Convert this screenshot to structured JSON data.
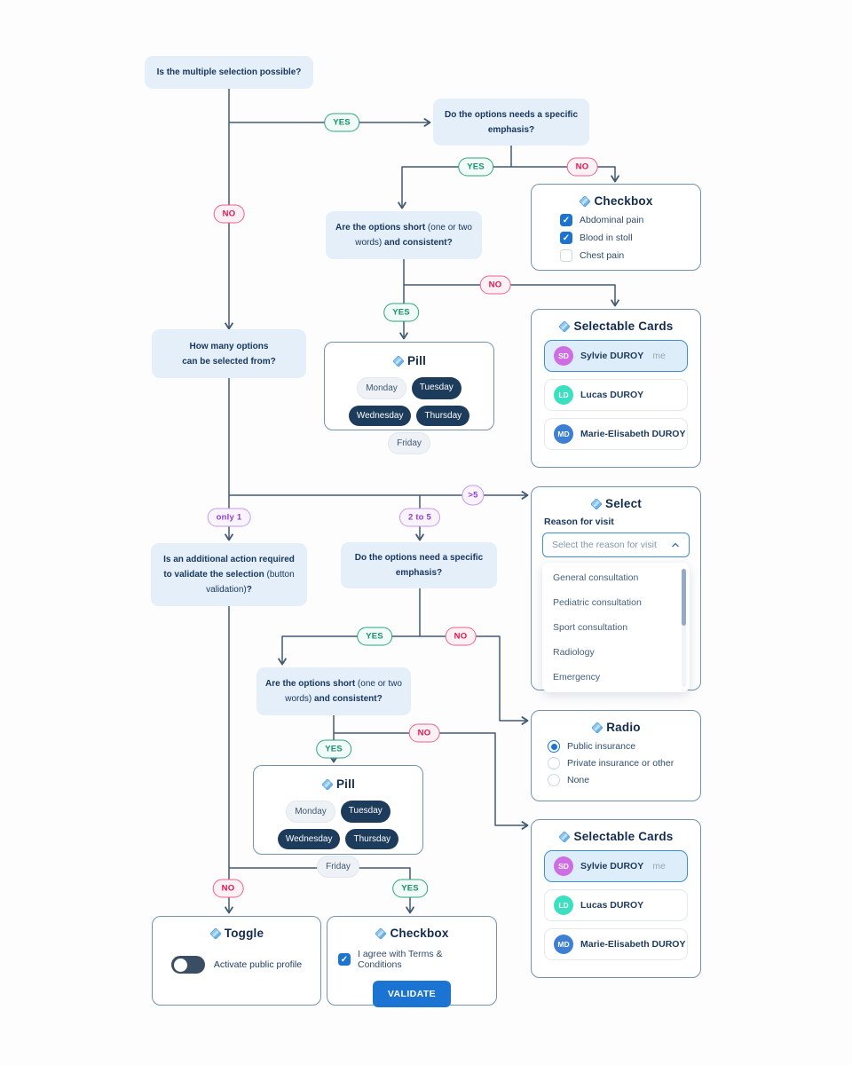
{
  "badges": {
    "yes": "YES",
    "no": "NO",
    "only_one": "only 1",
    "two_to_five": "2 to 5",
    "more_than_five": ">5"
  },
  "questions": {
    "multiple_selection": "Is the multiple selection possible?",
    "emphasis_first": "Do the options needs a specific emphasis?",
    "options_short": {
      "b1": "Are the options short",
      "r1": " (one or two words) ",
      "b2": "and consistent?"
    },
    "how_many": {
      "line1": "How many options",
      "line2": "can be selected from?"
    },
    "additional_action": {
      "b1": "Is an additional action required to validate the selection",
      "r1": " (button validation)",
      "b2": "?"
    },
    "emphasis_second": "Do the options need a specific emphasis?"
  },
  "components": {
    "checkbox_symptoms": {
      "title": "Checkbox",
      "items": [
        {
          "label": "Abdominal pain",
          "checked": true
        },
        {
          "label": "Blood in stoll",
          "checked": true
        },
        {
          "label": "Chest pain",
          "checked": false
        }
      ]
    },
    "selectable_cards": {
      "title": "Selectable Cards",
      "cards": [
        {
          "initials": "SD",
          "name": "Sylvie DUROY",
          "suffix": "me",
          "selected": true,
          "avatar_color": "#cf6ee4"
        },
        {
          "initials": "LD",
          "name": "Lucas DUROY",
          "suffix": "",
          "selected": false,
          "avatar_color": "#3be0c0"
        },
        {
          "initials": "MD",
          "name": "Marie-Elisabeth DUROY",
          "suffix": "",
          "selected": false,
          "avatar_color": "#3e7fd6"
        }
      ]
    },
    "pill": {
      "title": "Pill",
      "pills": [
        {
          "label": "Monday",
          "active": false
        },
        {
          "label": "Tuesday",
          "active": true
        },
        {
          "label": "Wednesday",
          "active": true
        },
        {
          "label": "Thursday",
          "active": true
        },
        {
          "label": "Friday",
          "active": false
        }
      ]
    },
    "select": {
      "title": "Select",
      "label": "Reason for visit",
      "placeholder": "Select the reason for visit",
      "options": [
        "General consultation",
        "Pediatric consultation",
        "Sport consultation",
        "Radiology",
        "Emergency"
      ]
    },
    "radio": {
      "title": "Radio",
      "items": [
        {
          "label": "Public insurance",
          "selected": true
        },
        {
          "label": "Private insurance or other",
          "selected": false
        },
        {
          "label": "None",
          "selected": false
        }
      ]
    },
    "toggle": {
      "title": "Toggle",
      "label": "Activate public profile",
      "on": false
    },
    "checkbox_terms": {
      "title": "Checkbox",
      "items": [
        {
          "label": "I agree with Terms & Conditions",
          "checked": true
        }
      ],
      "button_label": "VALIDATE"
    }
  },
  "icons": {
    "check_glyph": "✓"
  },
  "colors": {
    "line": "#425971",
    "question_bg": "#e4eff9",
    "question_text": "#16365e",
    "card_border": "#7392ad",
    "accent_blue": "#1b74d1",
    "pill_dark": "#1d3c5c",
    "yes_green": "#18916b",
    "no_red": "#e5134f",
    "badge_purple": "#9240d8",
    "selected_card_bg": "#ddeefa",
    "selected_card_border": "#3d8fd4"
  }
}
